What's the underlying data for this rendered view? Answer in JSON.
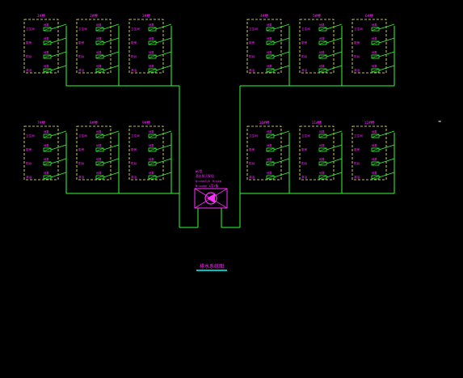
{
  "diagram": {
    "caption": "排水系统图",
    "pump_label_lines": [
      "WQ型",
      "潜水排污泵组",
      "Q=xxm3/h H=xxm",
      "N=xxkW 1用1备"
    ],
    "side_marker": "≈",
    "colors": {
      "wire": "#33ff33",
      "box_outline": "#ffff66",
      "label": "#ff2bff",
      "fixture": "#33ff33",
      "caption_underline": "#00ffff",
      "pump": "#ff2bff",
      "background": "#000000"
    },
    "groups": [
      {
        "label": "1#楼",
        "rows": [
          "卫生间",
          "厨房",
          "阳台",
          "淋浴"
        ]
      },
      {
        "label": "2#楼",
        "rows": [
          "卫生间",
          "厨房",
          "阳台",
          "淋浴"
        ]
      },
      {
        "label": "3#楼",
        "rows": [
          "卫生间",
          "厨房",
          "阳台",
          "淋浴"
        ]
      },
      {
        "label": "4#楼",
        "rows": [
          "卫生间",
          "厨房",
          "阳台",
          "淋浴"
        ]
      },
      {
        "label": "5#楼",
        "rows": [
          "卫生间",
          "厨房",
          "阳台",
          "淋浴"
        ]
      },
      {
        "label": "6#楼",
        "rows": [
          "卫生间",
          "厨房",
          "阳台",
          "淋浴"
        ]
      },
      {
        "label": "7#楼",
        "rows": [
          "卫生间",
          "厨房",
          "阳台",
          "淋浴"
        ]
      },
      {
        "label": "8#楼",
        "rows": [
          "卫生间",
          "厨房",
          "阳台",
          "淋浴"
        ]
      },
      {
        "label": "9#楼",
        "rows": [
          "卫生间",
          "厨房",
          "阳台",
          "淋浴"
        ]
      },
      {
        "label": "10#楼",
        "rows": [
          "卫生间",
          "厨房",
          "阳台",
          "淋浴"
        ]
      },
      {
        "label": "11#楼",
        "rows": [
          "卫生间",
          "厨房",
          "阳台",
          "淋浴"
        ]
      },
      {
        "label": "12#楼",
        "rows": [
          "卫生间",
          "厨房",
          "阳台",
          "淋浴"
        ]
      }
    ],
    "fixture_tag": "地漏"
  }
}
